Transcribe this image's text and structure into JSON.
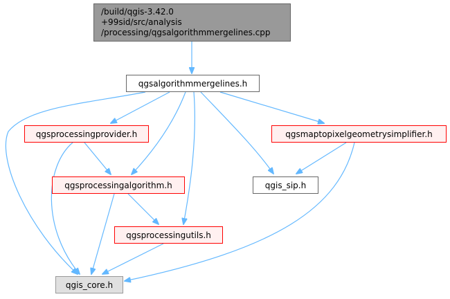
{
  "colors": {
    "edge": "#63b8ff",
    "main_fill": "#999999",
    "main_border": "#666666",
    "plain_border": "#666666",
    "red_fill": "#fff0f0",
    "red_border": "#ff0000",
    "core_fill": "#e0e0e0"
  },
  "nodes": {
    "source": {
      "lines": [
        "/build/qgis-3.42.0",
        "+99sid/src/analysis",
        "/processing/qgsalgorithmmergelines.cpp"
      ]
    },
    "mergelines": "qgsalgorithmmergelines.h",
    "provider": "qgsprocessingprovider.h",
    "simplifier": "qgsmaptopixelgeometrysimplifier.h",
    "algorithm": "qgsprocessingalgorithm.h",
    "sip": "qgis_sip.h",
    "utils": "qgsprocessingutils.h",
    "core": "qgis_core.h"
  },
  "edges": [
    {
      "from": "source",
      "to": "mergelines"
    },
    {
      "from": "mergelines",
      "to": "core"
    },
    {
      "from": "mergelines",
      "to": "provider"
    },
    {
      "from": "mergelines",
      "to": "algorithm"
    },
    {
      "from": "mergelines",
      "to": "utils"
    },
    {
      "from": "mergelines",
      "to": "sip"
    },
    {
      "from": "mergelines",
      "to": "simplifier"
    },
    {
      "from": "provider",
      "to": "algorithm"
    },
    {
      "from": "provider",
      "to": "core"
    },
    {
      "from": "algorithm",
      "to": "utils"
    },
    {
      "from": "algorithm",
      "to": "core"
    },
    {
      "from": "utils",
      "to": "core"
    },
    {
      "from": "simplifier",
      "to": "sip"
    },
    {
      "from": "simplifier",
      "to": "core"
    }
  ]
}
